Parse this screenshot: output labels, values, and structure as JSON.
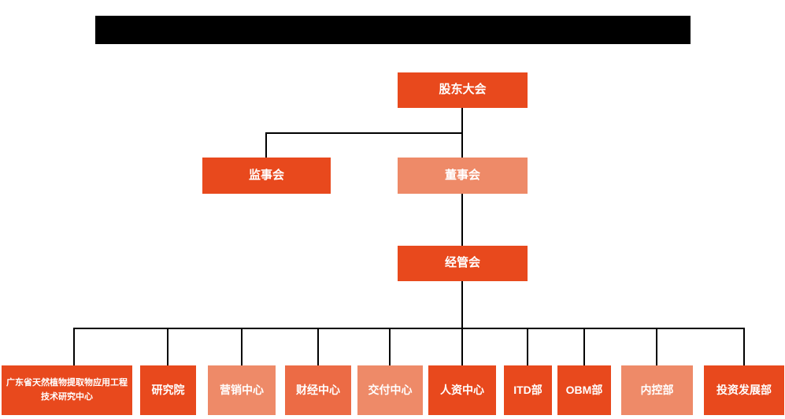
{
  "colors": {
    "primary": "#E8491D",
    "light": "#EE8A68",
    "medium": "#EC6B45",
    "line": "#000000",
    "text": "#FFFFFF"
  },
  "nodes": {
    "shareholders": {
      "label": "股东大会",
      "tone": "primary"
    },
    "supervisory": {
      "label": "监事会",
      "tone": "primary"
    },
    "board": {
      "label": "董事会",
      "tone": "light"
    },
    "management": {
      "label": "经管会",
      "tone": "primary"
    }
  },
  "departments": [
    {
      "label": "广东省天然植物提取物应用工程技术研究中心",
      "tone": "primary"
    },
    {
      "label": "研究院",
      "tone": "primary"
    },
    {
      "label": "营销中心",
      "tone": "light"
    },
    {
      "label": "财经中心",
      "tone": "medium"
    },
    {
      "label": "交付中心",
      "tone": "light"
    },
    {
      "label": "人资中心",
      "tone": "primary"
    },
    {
      "label": "ITD部",
      "tone": "primary"
    },
    {
      "label": "OBM部",
      "tone": "primary"
    },
    {
      "label": "内控部",
      "tone": "light"
    },
    {
      "label": "投资发展部",
      "tone": "primary"
    }
  ]
}
